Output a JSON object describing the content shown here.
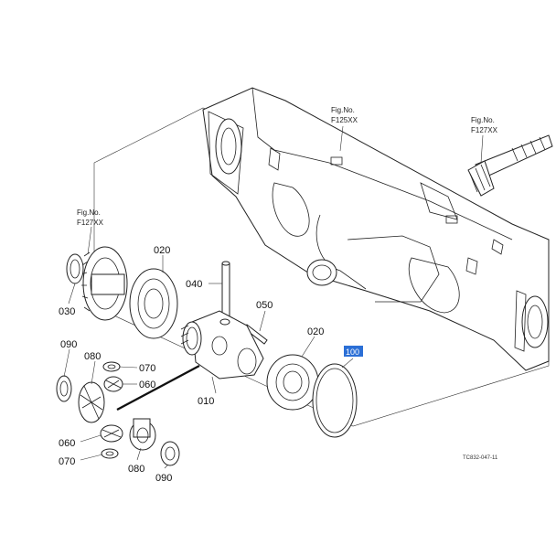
{
  "figure_refs": {
    "top": {
      "caption": "Fig.No.",
      "code": "F125XX"
    },
    "right": {
      "caption": "Fig.No.",
      "code": "F127XX"
    },
    "left": {
      "caption": "Fig.No.",
      "code": "F127XX"
    }
  },
  "callouts": {
    "p020_upper": "020",
    "p030": "030",
    "p040": "040",
    "p050": "050",
    "p020_lower": "020",
    "p100": "100",
    "p090_upper": "090",
    "p080_upper": "080",
    "p070_upper": "070",
    "p060_upper": "060",
    "p010": "010",
    "p060_lower": "060",
    "p070_lower": "070",
    "p080_lower": "080",
    "p090_lower": "090"
  },
  "drawing_number": "TC832-047-11",
  "highlight_color": "#2b6fd6"
}
